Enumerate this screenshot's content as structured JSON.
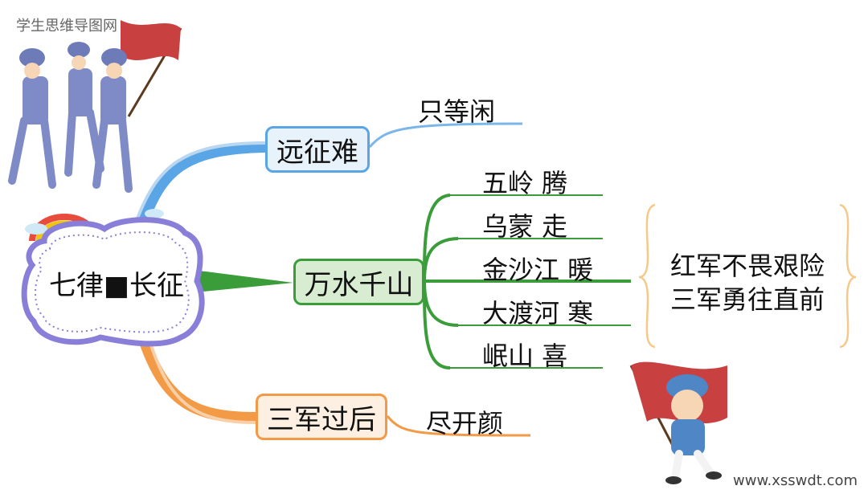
{
  "watermark": {
    "site_name": "学生思维导图网",
    "url": "www.xsswdt.com"
  },
  "center": {
    "title": "七律■长征"
  },
  "branches": [
    {
      "label": "远征难",
      "color": "#5aa5e6",
      "fill": "#e7f2fb",
      "leaf": "只等闲"
    },
    {
      "label": "万水千山",
      "color": "#3a9d3a",
      "fill": "#d7ecd1",
      "leaves": [
        "五岭 腾",
        "乌蒙 走",
        "金沙江 暖",
        "大渡河 寒",
        "岷山 喜"
      ]
    },
    {
      "label": "三军过后",
      "color": "#f29a45",
      "fill": "#fdf0e2",
      "leaf": "尽开颜"
    }
  ],
  "summary": {
    "lines": [
      "红军不畏艰险",
      "三军勇往直前"
    ]
  },
  "colors": {
    "center_border": "#8a7fd8",
    "center_fill": "#ffffff"
  }
}
